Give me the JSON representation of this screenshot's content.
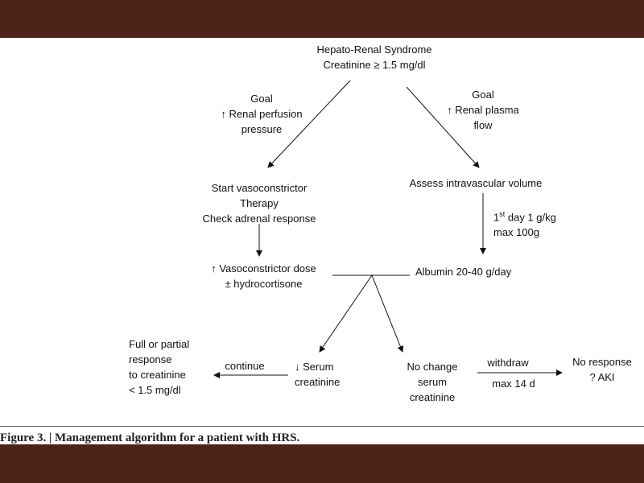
{
  "diagram": {
    "root": [
      "Hepato-Renal Syndrome",
      "Creatinine ≥ 1.5 mg/dl"
    ],
    "goal_left": [
      "Goal",
      "↑ Renal perfusion",
      "pressure"
    ],
    "goal_right": [
      "Goal",
      "↑ Renal plasma",
      "flow"
    ],
    "start_vaso": [
      "Start vasoconstrictor",
      "Therapy",
      "Check adrenal response"
    ],
    "assess_volume": "Assess intravascular volume",
    "albumin_dose": {
      "prefix": "1",
      "superscript": "st",
      "line1_rest": " day 1 g/kg",
      "line2": "max 100g"
    },
    "vaso_dose": [
      "↑ Vasoconstrictor dose",
      "± hydrocortisone"
    ],
    "albumin_maint": "Albumin 20-40 g/day",
    "full_response": [
      "Full or partial",
      "response",
      "to creatinine",
      "< 1.5 mg/dl"
    ],
    "continue_label": "continue",
    "serum_down": [
      "↓ Serum",
      "creatinine"
    ],
    "no_change": [
      "No change",
      "serum",
      "creatinine"
    ],
    "withdraw_label": "withdraw",
    "max_label": "max 14 d",
    "no_response": [
      "No response",
      "? AKI"
    ]
  },
  "caption": "Figure 3. | Management algorithm for a patient with HRS."
}
